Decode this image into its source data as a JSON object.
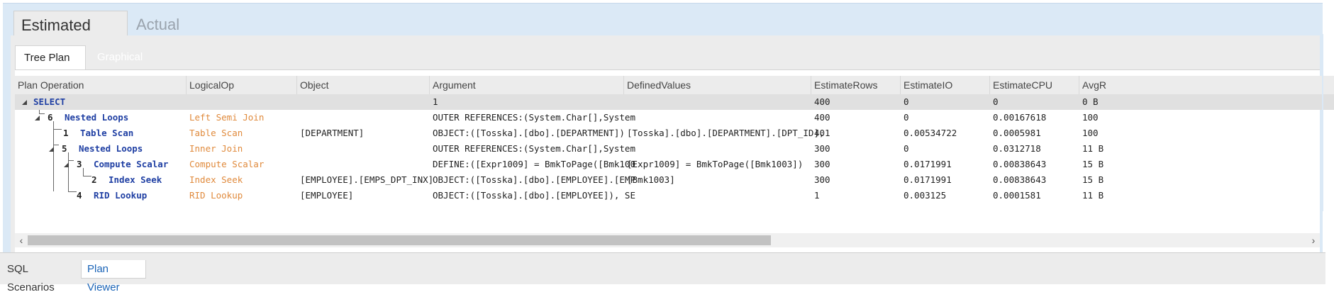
{
  "top_tabs": {
    "estimated": "Estimated Plan",
    "actual": "Actual Plan"
  },
  "sub_tabs": {
    "tree": "Tree Plan",
    "graphical": "Graphical Plan"
  },
  "columns": [
    "Plan Operation",
    "LogicalOp",
    "Object",
    "Argument",
    "DefinedValues",
    "EstimateRows",
    "EstimateIO",
    "EstimateCPU",
    "AvgR"
  ],
  "rows": [
    {
      "num": "",
      "name": "SELECT",
      "logicalop": "",
      "object": "",
      "argument": "1",
      "definedvalues": "",
      "estrows": "400",
      "estio": "0",
      "estcpu": "0",
      "avg": "0 B"
    },
    {
      "num": "6",
      "name": "Nested Loops",
      "logicalop": "Left Semi Join",
      "object": "",
      "argument": "OUTER REFERENCES:(System.Char[],System",
      "definedvalues": "",
      "estrows": "400",
      "estio": "0",
      "estcpu": "0.00167618",
      "avg": "100"
    },
    {
      "num": "1",
      "name": "Table Scan",
      "logicalop": "Table Scan",
      "object": "[DEPARTMENT]",
      "argument": "OBJECT:([Tosska].[dbo].[DEPARTMENT])",
      "definedvalues": "[Tosska].[dbo].[DEPARTMENT].[DPT_ID],",
      "estrows": "401",
      "estio": "0.00534722",
      "estcpu": "0.0005981",
      "avg": "100"
    },
    {
      "num": "5",
      "name": "Nested Loops",
      "logicalop": "Inner Join",
      "object": "",
      "argument": "OUTER REFERENCES:(System.Char[],System",
      "definedvalues": "",
      "estrows": "300",
      "estio": "0",
      "estcpu": "0.0312718",
      "avg": "11 B"
    },
    {
      "num": "3",
      "name": "Compute Scalar",
      "logicalop": "Compute Scalar",
      "object": "",
      "argument": "DEFINE:([Expr1009] = BmkToPage([Bmk100",
      "definedvalues": "[Expr1009] = BmkToPage([Bmk1003])",
      "estrows": "300",
      "estio": "0.0171991",
      "estcpu": "0.00838643",
      "avg": "15 B"
    },
    {
      "num": "2",
      "name": "Index Seek",
      "logicalop": "Index Seek",
      "object": "[EMPLOYEE].[EMPS_DPT_INX]",
      "argument": "OBJECT:([Tosska].[dbo].[EMPLOYEE].[EMP",
      "definedvalues": "[Bmk1003]",
      "estrows": "300",
      "estio": "0.0171991",
      "estcpu": "0.00838643",
      "avg": "15 B"
    },
    {
      "num": "4",
      "name": "RID Lookup",
      "logicalop": "RID Lookup",
      "object": "[EMPLOYEE]",
      "argument": "OBJECT:([Tosska].[dbo].[EMPLOYEE]), SE",
      "definedvalues": "",
      "estrows": "1",
      "estio": "0.003125",
      "estcpu": "0.0001581",
      "avg": "11 B"
    }
  ],
  "scroll_icons": {
    "left": "chevron-left-icon",
    "right": "chevron-right-icon"
  },
  "bottom_tabs": {
    "sql": "SQL Scenarios",
    "plan": "Plan Viewer"
  },
  "colors": {
    "node_name": "#1f3fa3",
    "logical_op": "#e08a3c",
    "active_bottom_tab": "#1b64b7",
    "panel_bg": "#dbe9f6"
  }
}
